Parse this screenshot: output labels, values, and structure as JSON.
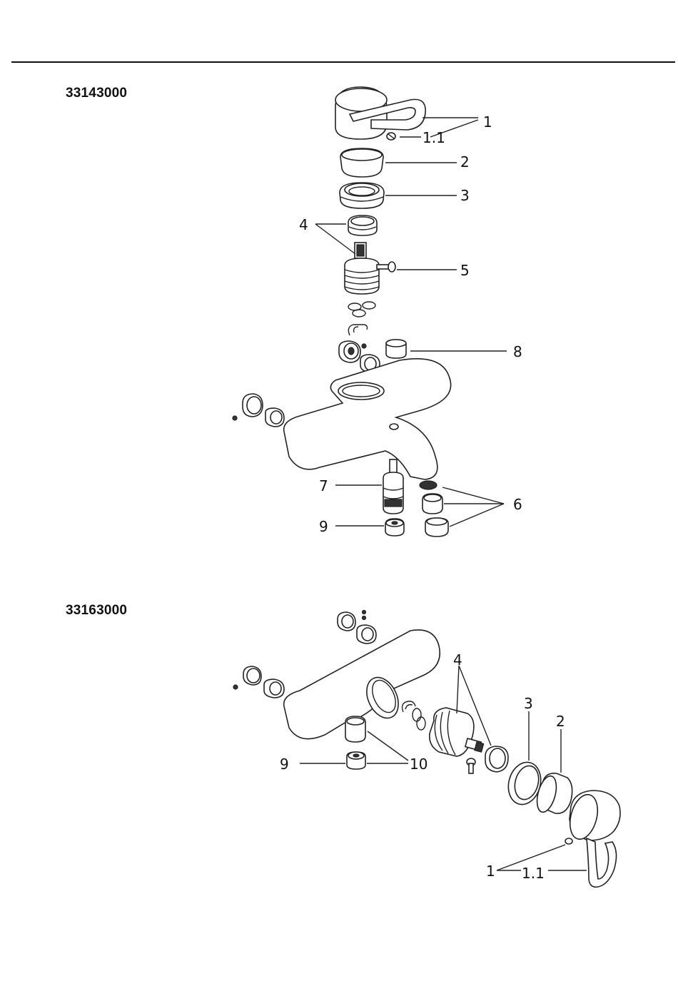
{
  "diagram_1": {
    "model_number": "33143000",
    "callouts": [
      "1",
      "1.1",
      "2",
      "3",
      "4",
      "5",
      "8",
      "7",
      "6",
      "9"
    ]
  },
  "diagram_2": {
    "model_number": "33163000",
    "callouts": [
      "4",
      "3",
      "2",
      "9",
      "10",
      "1",
      "1.1"
    ]
  }
}
